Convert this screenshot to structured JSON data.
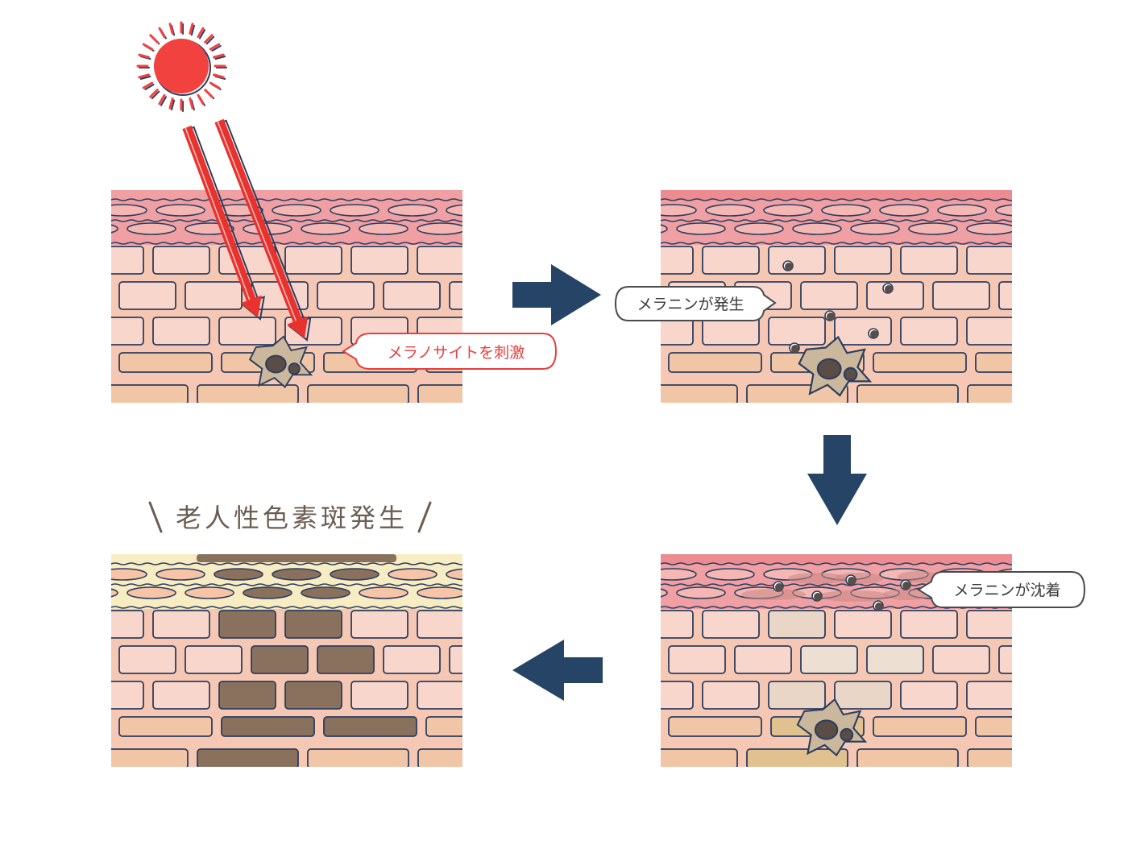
{
  "labels": {
    "stimulate": "メラノサイトを刺激",
    "generate": "メラニンが発生",
    "deposit": "メラニンが沈着",
    "title": "老人性色素斑発生"
  },
  "colors": {
    "sun": "#f2423f",
    "ray": "#e8322e",
    "ray_accent": "#ff5a5a",
    "outline": "#2c3e60",
    "arrow": "#264566",
    "top_band": "#f0a0a3",
    "top_band_edge": "#ea7f85",
    "cell_light": "#f8d6cc",
    "cell_peach": "#f1c6a6",
    "panel_bg": "#f6c8b4",
    "bottom_bg": "#f7c7a5",
    "melanocyte": "#cbb79b",
    "melanin_dark": "#5a4d45",
    "pigment_cell": "#8a715e",
    "spot_band": "#f7ecc2",
    "bubble_red": "#e73e3e",
    "bubble_dark": "#4a4a4a",
    "title_text": "#6b5d52"
  },
  "icons": [
    "sun-icon",
    "uv-ray-icon",
    "melanocyte-icon",
    "melanin-granule-icon",
    "flow-arrow-icon"
  ]
}
